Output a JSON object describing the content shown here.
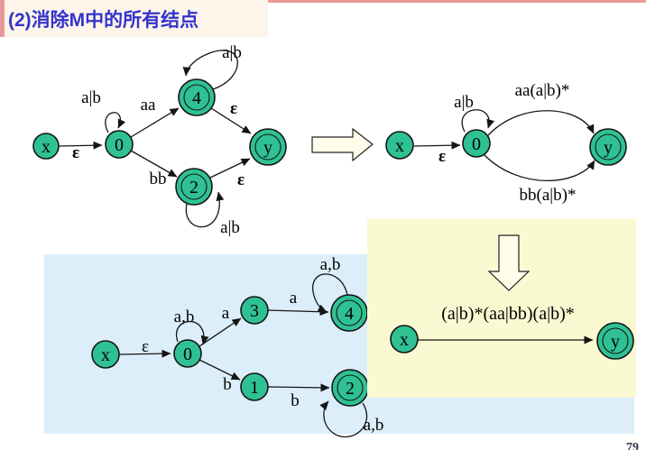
{
  "title": "(2)消除M中的所有结点",
  "page_number": "79",
  "colors": {
    "state_fill": "#2fc194",
    "panel_blue": "#dceefa",
    "panel_yellow": "#fafad2",
    "block_arrow_fill": "#fffdea",
    "title_color": "#3333cc",
    "title_bg": "#fdf5ea",
    "accent_pink": "#e89a9a"
  },
  "diagram1": {
    "states": {
      "x": "x",
      "s0": "0",
      "s4": "4",
      "s2": "2",
      "y": "y"
    },
    "labels": {
      "x0": "ε",
      "loop0": "a|b",
      "e04": "aa",
      "loop4": "a|b",
      "e4y": "ε",
      "e02": "bb",
      "loop2": "a|b",
      "e2y": "ε"
    }
  },
  "diagram2": {
    "states": {
      "x": "x",
      "s0": "0",
      "y": "y"
    },
    "labels": {
      "x0": "ε",
      "loop0": "a|b",
      "upper": "aa(a|b)*",
      "lower": "bb(a|b)*"
    }
  },
  "diagram3": {
    "states": {
      "x": "x",
      "s0": "0",
      "s3": "3",
      "s4": "4",
      "s1": "1",
      "s2": "2"
    },
    "labels": {
      "x0": "ε",
      "loop0": "a,b",
      "e03": "a",
      "e34": "a",
      "loop4": "a,b",
      "e01": "b",
      "e12": "b",
      "loop2": "a,b"
    }
  },
  "diagram4": {
    "states": {
      "x": "x",
      "y": "y"
    },
    "labels": {
      "xy": "(a|b)*(aa|bb)(a|b)*"
    }
  }
}
